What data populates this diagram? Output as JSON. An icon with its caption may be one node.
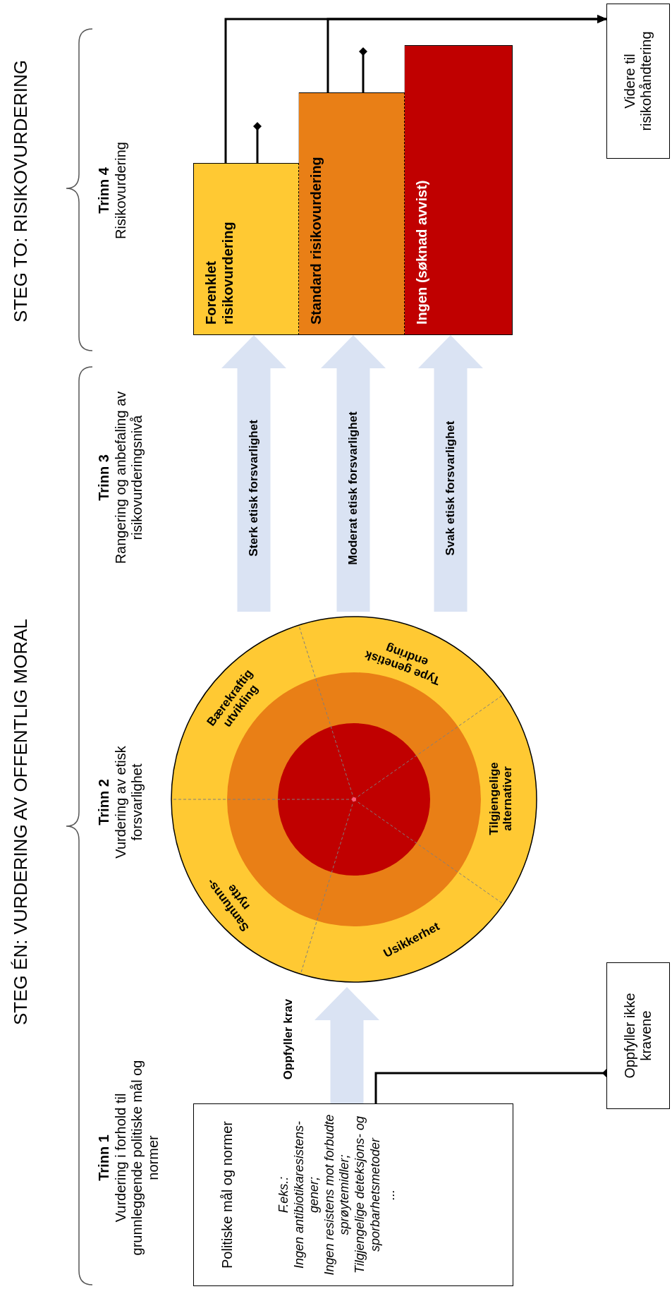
{
  "diagram": {
    "nodes": [
      {
        "text": [
          "Politiske mål og normer",
          "F.eks.:",
          "Ingen antibiotikaresistens- gener;",
          "Ingen resistens mot forbudte sprøytemidler;",
          "Tilgjengelige deteksjons- og sporbarhetsmetoder",
          "..."
        ]
      },
      {
        "text": [
          "Oppfyller ikke kravene"
        ]
      },
      {
        "text": [
          "Samfunns- nytte",
          "Bærekraftig utvikling",
          "Type genetisk endring",
          "Tilgjengelige alternativer",
          "Usikkerhet"
        ]
      },
      {
        "text": [
          "Forenklet risikovurdering"
        ]
      },
      {
        "text": [
          "Standard risikovurdering"
        ]
      },
      {
        "text": [
          "Ingen (søknad avvist)"
        ]
      },
      {
        "text": [
          "Videre til risikohåndtering"
        ]
      }
    ],
    "edges": [
      {
        "from": 0,
        "to": 1,
        "arrow": "other"
      },
      {
        "from": 0,
        "to": 2,
        "arrow": "to",
        "label": "Oppfyller krav",
        "style": "thick",
        "color": "#dae3f3"
      },
      {
        "from": 2,
        "to": 3,
        "arrow": "to",
        "label": "Sterk etisk forsvarlighet",
        "style": "thick",
        "color": "#dae3f3"
      },
      {
        "from": 2,
        "to": 4,
        "arrow": "to",
        "label": "Moderat etisk forsvarlighet",
        "style": "thick",
        "color": "#dae3f3"
      },
      {
        "from": 2,
        "to": 5,
        "arrow": "to",
        "label": "Svak etisk forsvarlighet",
        "style": "thick",
        "color": "#dae3f3"
      },
      {
        "from": 3,
        "to": 6,
        "arrow": "to"
      },
      {
        "from": 4,
        "to": 6,
        "arrow": "to"
      },
      {
        "from": 3,
        "to": null,
        "arrow": "other"
      },
      {
        "from": 4,
        "to": null,
        "arrow": "other"
      }
    ],
    "labels": [
      "STEG ÉN: VURDERING AV OFFENTLIG MORAL",
      "STEG TO: RISIKOVURDERING",
      "Trinn 1",
      "Vurdering i forhold til grunnleggende politiske mål og normer",
      "Trinn 2",
      "Vurdering av etisk forsvarlighet",
      "Trinn 3",
      "Rangering og anbefaling av risikovurderingsnivå",
      "Trinn 4",
      "Risikovurdering"
    ]
  }
}
